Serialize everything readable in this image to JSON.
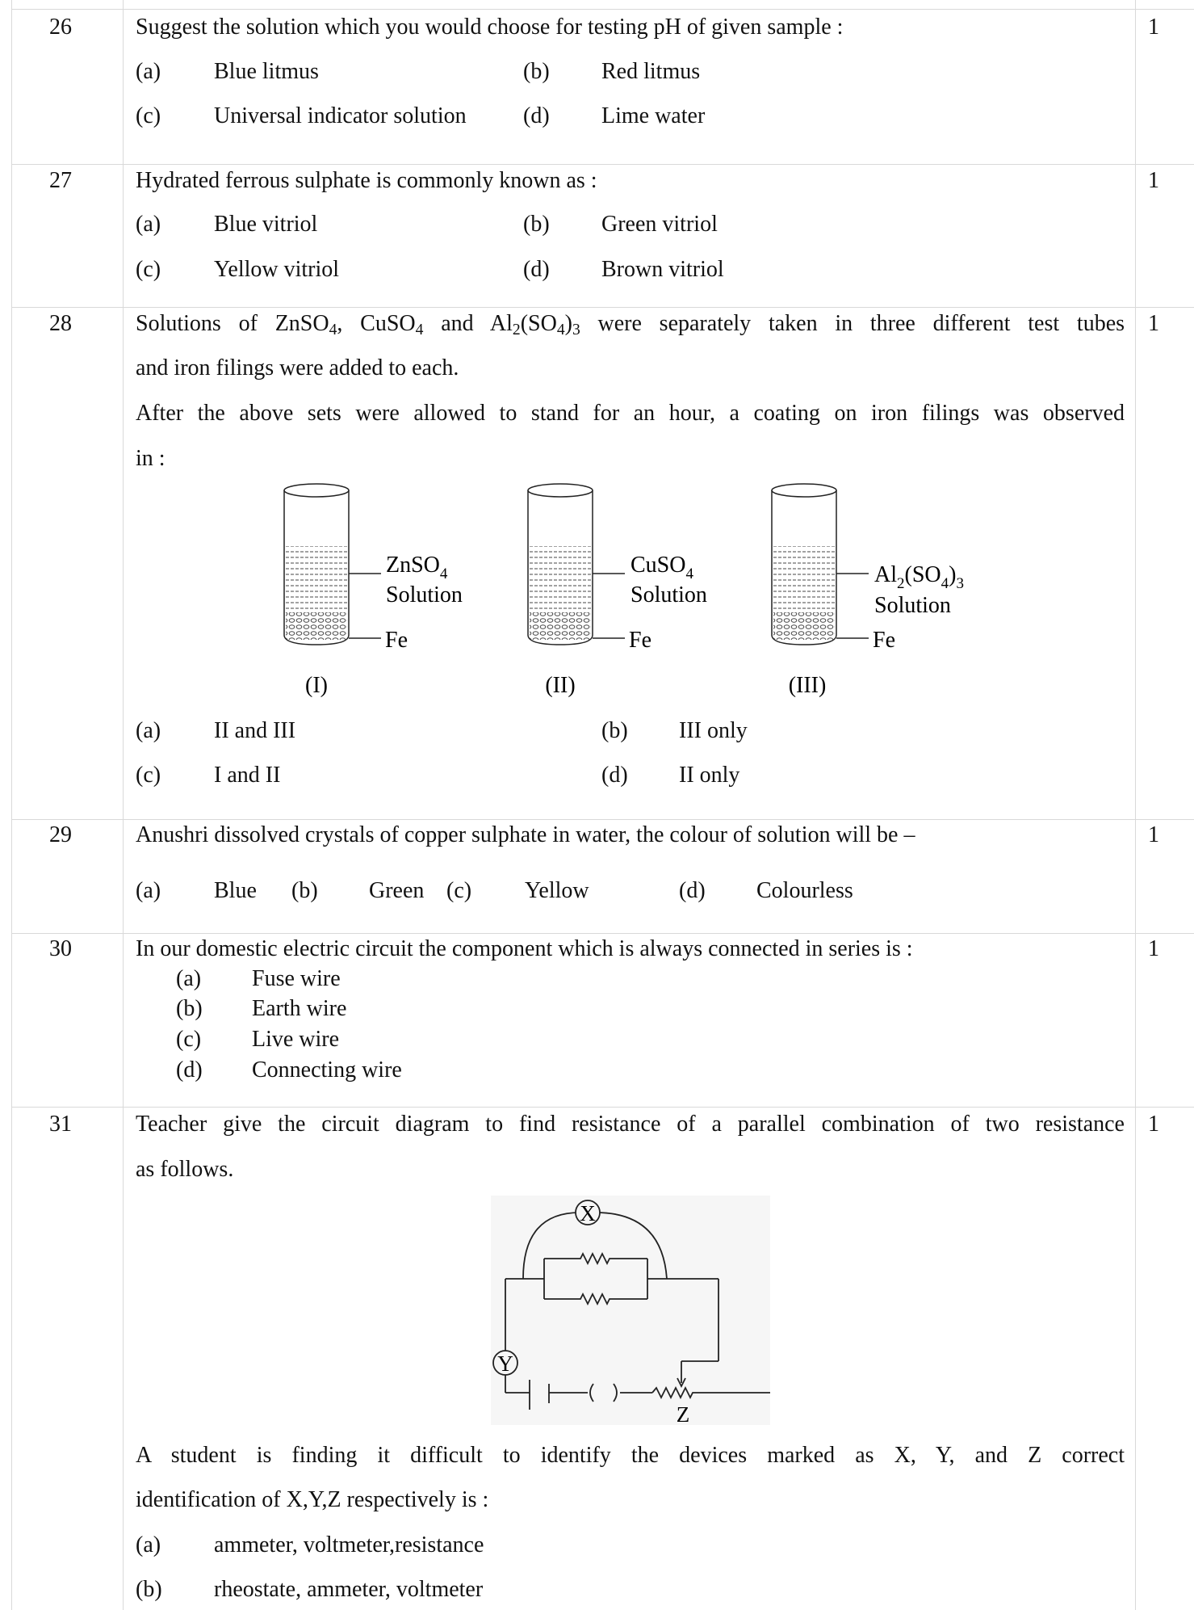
{
  "questions": {
    "q26": {
      "number": "26",
      "text": "Suggest the solution which you would choose for testing pH of given sample :",
      "marks": "1",
      "options": [
        {
          "label": "(a)",
          "text": "Blue litmus"
        },
        {
          "label": "(b)",
          "text": "Red litmus"
        },
        {
          "label": "(c)",
          "text": "Universal indicator solution"
        },
        {
          "label": "(d)",
          "text": "Lime water"
        }
      ]
    },
    "q27": {
      "number": "27",
      "text": "Hydrated ferrous sulphate is commonly known as :",
      "marks": "1",
      "options": [
        {
          "label": "(a)",
          "text": "Blue vitriol"
        },
        {
          "label": "(b)",
          "text": "Green vitriol"
        },
        {
          "label": "(c)",
          "text": "Yellow vitriol"
        },
        {
          "label": "(d)",
          "text": "Brown vitriol"
        }
      ]
    },
    "q28": {
      "number": "28",
      "marks": "1",
      "line1": {
        "solutions": "Solutions of",
        "zn": "ZnSO",
        "cu": "CuSO",
        "and": "and",
        "al": "Al",
        "al_so4": "(SO",
        "close": ")",
        "rest": "were separately taken in three different test tubes"
      },
      "line2": "and iron filings were added to each.",
      "line3": "After the above sets were allowed to stand for an hour, a coating on iron filings was observed",
      "line4": "in :",
      "figure": {
        "tubes": [
          {
            "roman": "(I)",
            "solution_line1": "ZnSO",
            "solution_sub": "4",
            "solution_line2": "Solution",
            "metal": "Fe"
          },
          {
            "roman": "(II)",
            "solution_line1": "CuSO",
            "solution_sub": "4",
            "solution_line2": "Solution",
            "metal": "Fe"
          },
          {
            "roman": "(III)",
            "solution_line1": "Al",
            "solution_sub": "2",
            "solution_mid": "(SO",
            "solution_sub2": "4",
            "solution_end": ")",
            "solution_sub3": "3",
            "solution_line2": "Solution",
            "metal": "Fe"
          }
        ]
      },
      "options": [
        {
          "label": "(a)",
          "text": "II and III"
        },
        {
          "label": "(b)",
          "text": "III only"
        },
        {
          "label": "(c)",
          "text": "I and II"
        },
        {
          "label": "(d)",
          "text": "II only"
        }
      ]
    },
    "q29": {
      "number": "29",
      "text": "Anushri dissolved crystals of copper sulphate in water, the colour of solution will be –",
      "marks": "1",
      "options": [
        {
          "label": "(a)",
          "text": "Blue"
        },
        {
          "label": "(b)",
          "text": "Green"
        },
        {
          "label": "(c)",
          "text": "Yellow"
        },
        {
          "label": "(d)",
          "text": "Colourless"
        }
      ]
    },
    "q30": {
      "number": "30",
      "text": "In our domestic electric circuit the component which is always connected in series is :",
      "marks": "1",
      "options": [
        {
          "label": "(a)",
          "text": "Fuse wire"
        },
        {
          "label": "(b)",
          "text": "Earth wire"
        },
        {
          "label": "(c)",
          "text": "Live wire"
        },
        {
          "label": "(d)",
          "text": "Connecting wire"
        }
      ]
    },
    "q31": {
      "number": "31",
      "marks": "1",
      "line1": "Teacher give the circuit diagram to find resistance of a parallel combination of two resistance",
      "line2": "as follows.",
      "circuit": {
        "x": "X",
        "y": "Y",
        "z": "Z"
      },
      "line3": "A student is finding it difficult to identify the devices marked as X, Y, and Z correct",
      "line4": "identification of X,Y,Z respectively is :",
      "options": [
        {
          "label": "(a)",
          "text": "ammeter, voltmeter,resistance"
        },
        {
          "label": "(b)",
          "text": "rheostate, ammeter, voltmeter"
        }
      ]
    }
  }
}
